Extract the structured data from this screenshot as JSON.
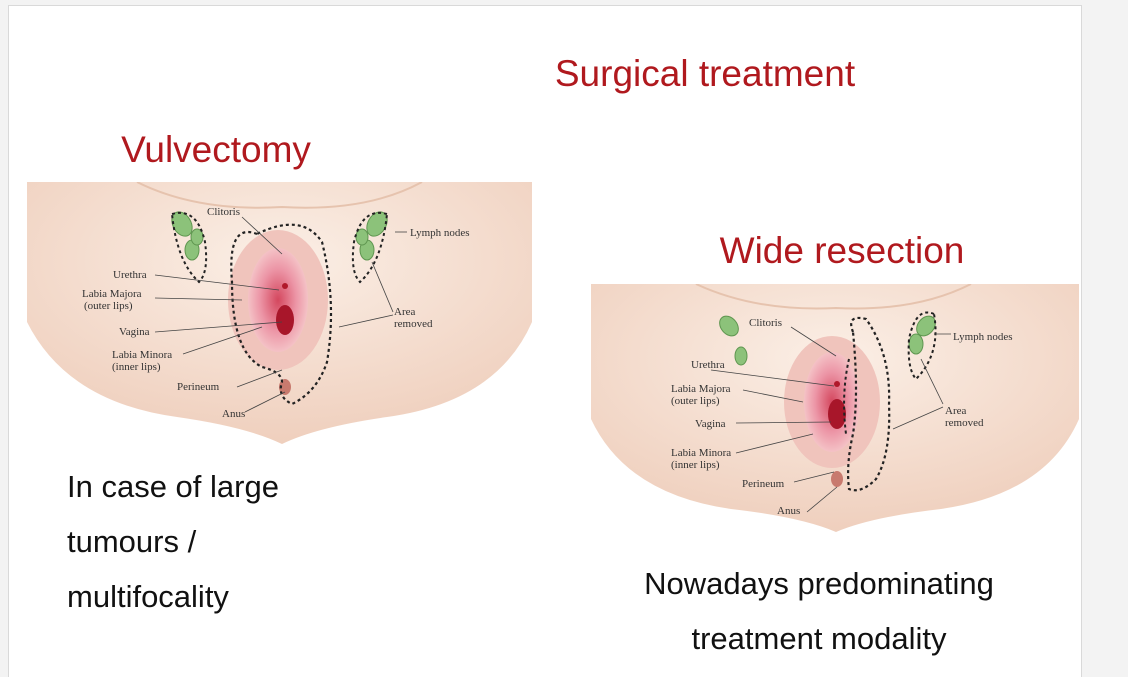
{
  "slide": {
    "title": "Surgical treatment",
    "left": {
      "heading": "Vulvectomy",
      "caption_lines": [
        "In case of large",
        "tumours /",
        "multifocality"
      ],
      "labels": {
        "clitoris": "Clitoris",
        "lymph_nodes": "Lymph nodes",
        "urethra": "Urethra",
        "labia_majora_1": "Labia Majora",
        "labia_majora_2": "(outer lips)",
        "vagina": "Vagina",
        "labia_minora_1": "Labia Minora",
        "labia_minora_2": "(inner lips)",
        "perineum": "Perineum",
        "anus": "Anus",
        "area_removed_1": "Area",
        "area_removed_2": "removed"
      }
    },
    "right": {
      "heading": "Wide resection",
      "caption_lines": [
        "Nowadays predominating",
        "treatment modality"
      ],
      "labels": {
        "clitoris": "Clitoris",
        "lymph_nodes": "Lymph nodes",
        "urethra": "Urethra",
        "labia_majora_1": "Labia Majora",
        "labia_majora_2": "(outer lips)",
        "vagina": "Vagina",
        "labia_minora_1": "Labia Minora",
        "labia_minora_2": "(inner lips)",
        "perineum": "Perineum",
        "anus": "Anus",
        "area_removed_1": "Area",
        "area_removed_2": "removed"
      }
    },
    "colors": {
      "title_red": "#b0191e",
      "skin": "#f6e3d6",
      "node_green": "#8cc27a",
      "tissue_pink": "#e88a9c",
      "tissue_dark": "#b0192a"
    }
  }
}
